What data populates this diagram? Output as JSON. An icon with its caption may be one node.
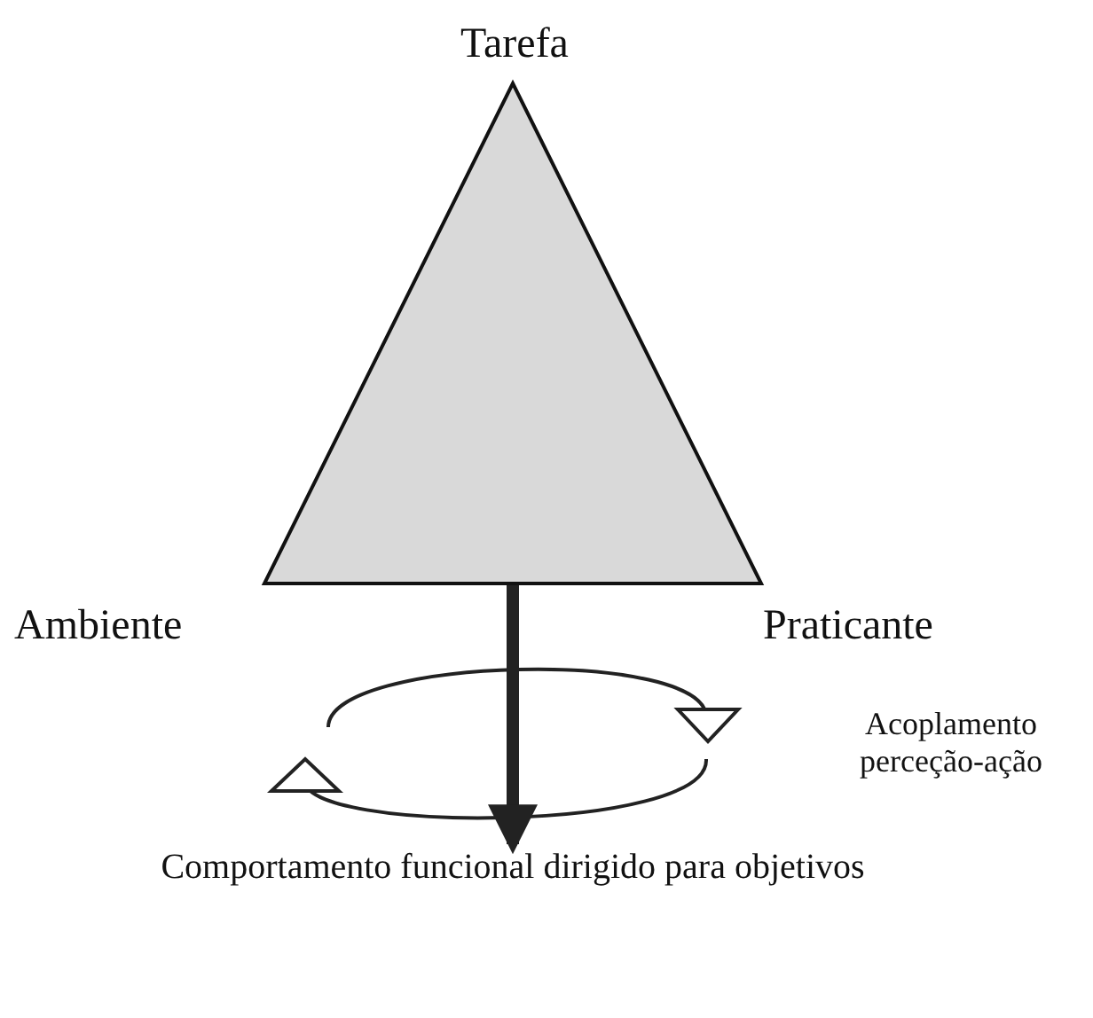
{
  "diagram": {
    "nodes": [
      {
        "text": [],
        "shape": "triangle",
        "beside": [
          "Tarefa",
          "Ambiente",
          "Praticante"
        ]
      },
      {
        "text": [
          "Comportamento funcional dirigido para objetivos"
        ]
      }
    ],
    "edges": [
      {
        "from": 0,
        "to": 1,
        "arrow": "to"
      }
    ],
    "labels": [
      "Acoplamento perceção-ação"
    ]
  }
}
